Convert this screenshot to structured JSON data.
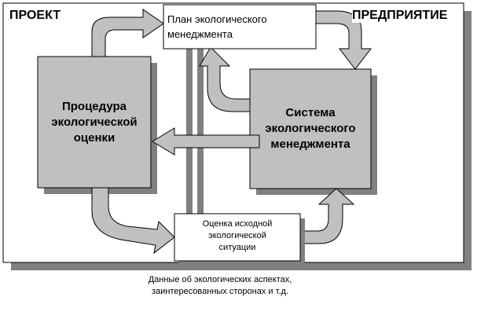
{
  "regions": {
    "project": "ПРОЕКТ",
    "enterprise": "ПРЕДПРИЯТИЕ"
  },
  "boxes": {
    "procedure": "Процедура\nэкологической\nоценки",
    "system": "Система\nэкологического\nменеджмента",
    "plan": "План экологического\nменеджмента",
    "initial_assessment": "Оценка исходной\nэкологической\nситуации"
  },
  "caption": "Данные об экологических аспектах,\nзаинтересованных сторонах и т.д.",
  "colors": {
    "box_fill": "#c0c0c0",
    "shadow": "#808080",
    "arrow_fill": "#c0c0c0",
    "outline": "#000000"
  }
}
